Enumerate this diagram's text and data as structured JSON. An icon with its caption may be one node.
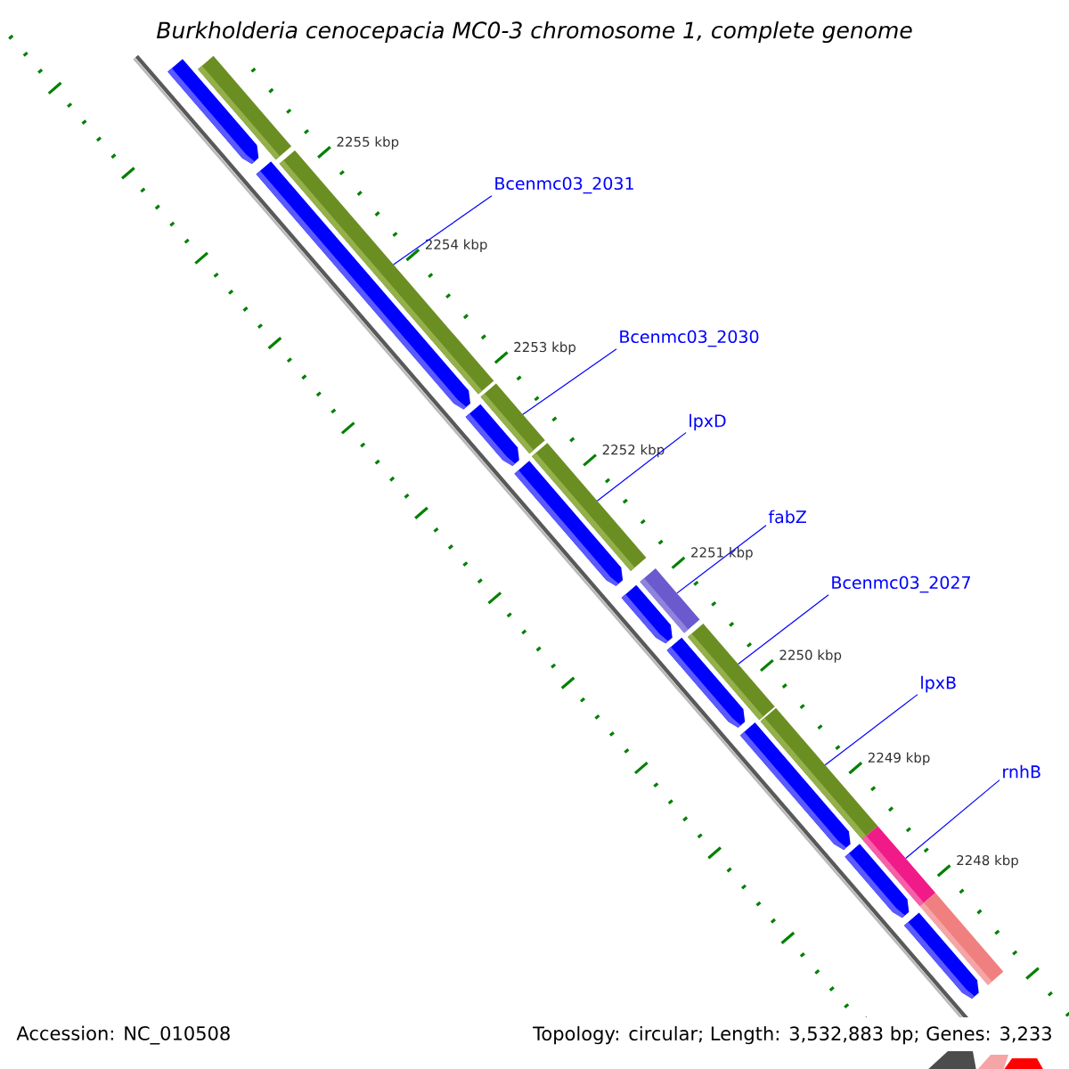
{
  "diagram": {
    "title": "Burkholderia cenocepacia MC0-3 chromosome 1, complete genome",
    "nodes": [
      {
        "text": [
          "Bcenmc03_2031"
        ]
      },
      {
        "text": [
          "Bcenmc03_2030"
        ]
      },
      {
        "text": [
          "lpxD"
        ]
      },
      {
        "text": [
          "fabZ"
        ]
      },
      {
        "text": [
          "Bcenmc03_2027"
        ]
      },
      {
        "text": [
          "lpxB"
        ]
      },
      {
        "text": [
          "rnhB"
        ]
      },
      {
        "text": [],
        "shape": "bar"
      },
      {
        "text": [],
        "shape": "bar"
      },
      {
        "text": [],
        "shape": "bar"
      },
      {
        "text": [],
        "shape": "bar"
      },
      {
        "text": [],
        "shape": "bar"
      },
      {
        "text": [],
        "shape": "bar"
      },
      {
        "text": [],
        "shape": "bar"
      },
      {
        "text": [],
        "shape": "bar"
      },
      {
        "text": [],
        "shape": "bar"
      },
      {
        "text": [],
        "shape": "pentagon"
      },
      {
        "text": [],
        "shape": "pentagon"
      },
      {
        "text": [],
        "shape": "pentagon"
      },
      {
        "text": [],
        "shape": "pentagon"
      },
      {
        "text": [],
        "shape": "pentagon"
      },
      {
        "text": [],
        "shape": "pentagon"
      },
      {
        "text": [],
        "shape": "pentagon"
      },
      {
        "text": [],
        "shape": "pentagon"
      },
      {
        "text": [],
        "shape": "pentagon"
      }
    ],
    "edges": [
      {
        "from": 0,
        "to": 8,
        "arrow": "none"
      },
      {
        "from": 1,
        "to": 9,
        "arrow": "none"
      },
      {
        "from": 2,
        "to": 10,
        "arrow": "none"
      },
      {
        "from": 3,
        "to": 11,
        "arrow": "none"
      },
      {
        "from": 4,
        "to": 12,
        "arrow": "none"
      },
      {
        "from": 5,
        "to": 13,
        "arrow": "none"
      },
      {
        "from": 6,
        "to": 14,
        "arrow": "none"
      }
    ],
    "labels": [
      "2255 kbp",
      "2254 kbp",
      "2253 kbp",
      "2252 kbp",
      "2251 kbp",
      "2250 kbp",
      "2249 kbp",
      "2248 kbp",
      "Accession: NC_010508",
      "Topology: circular; Length: 3,532,883 bp; Genes: 3,233"
    ]
  }
}
